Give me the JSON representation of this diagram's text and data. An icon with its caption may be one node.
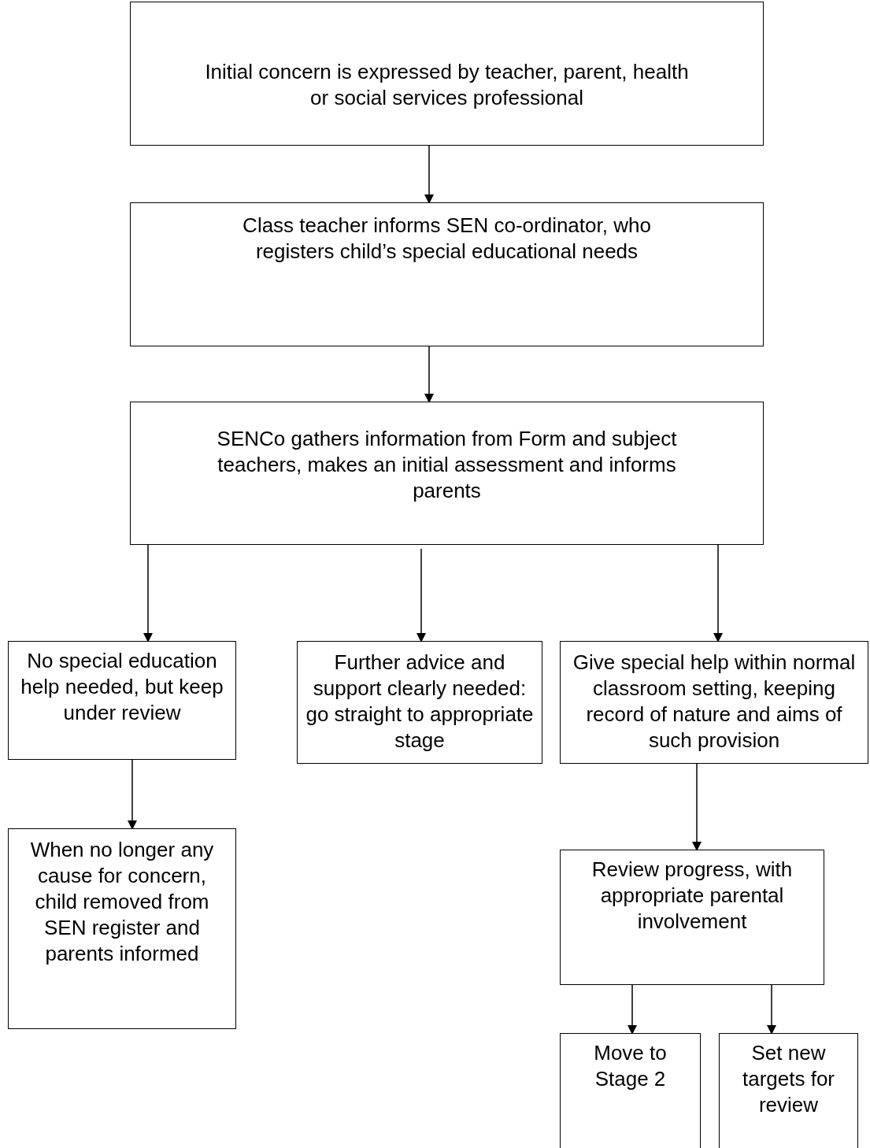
{
  "diagram": {
    "nodes": [
      {
        "text": [
          "Initial concern is expressed by teacher, parent, health or social services professional"
        ]
      },
      {
        "text": [
          "Class teacher informs SEN co-ordinator, who registers child’s special educational needs"
        ]
      },
      {
        "text": [
          "SENCo gathers information from Form and subject teachers, makes an initial assessment and informs parents"
        ]
      },
      {
        "text": [
          "No special education help needed, but keep under review"
        ]
      },
      {
        "text": [
          "Further advice and support clearly needed: go straight to appropriate stage"
        ]
      },
      {
        "text": [
          "Give special help within normal classroom setting, keeping record of nature and aims of such provision"
        ]
      },
      {
        "text": [
          "When no longer any cause for concern, child removed from SEN register and parents informed"
        ]
      },
      {
        "text": [
          "Review progress, with appropriate parental involvement"
        ]
      },
      {
        "text": [
          "Move to Stage 2"
        ]
      },
      {
        "text": [
          "Set new targets for review"
        ]
      }
    ],
    "edges": [
      {
        "from": 0,
        "to": 1,
        "arrow": "to"
      },
      {
        "from": 1,
        "to": 2,
        "arrow": "to"
      },
      {
        "from": 2,
        "to": 3,
        "arrow": "to"
      },
      {
        "from": 2,
        "to": 4,
        "arrow": "to"
      },
      {
        "from": 2,
        "to": 5,
        "arrow": "to"
      },
      {
        "from": 3,
        "to": 6,
        "arrow": "to"
      },
      {
        "from": 5,
        "to": 7,
        "arrow": "to"
      },
      {
        "from": 7,
        "to": 8,
        "arrow": "to"
      },
      {
        "from": 7,
        "to": 9,
        "arrow": "to"
      }
    ]
  }
}
